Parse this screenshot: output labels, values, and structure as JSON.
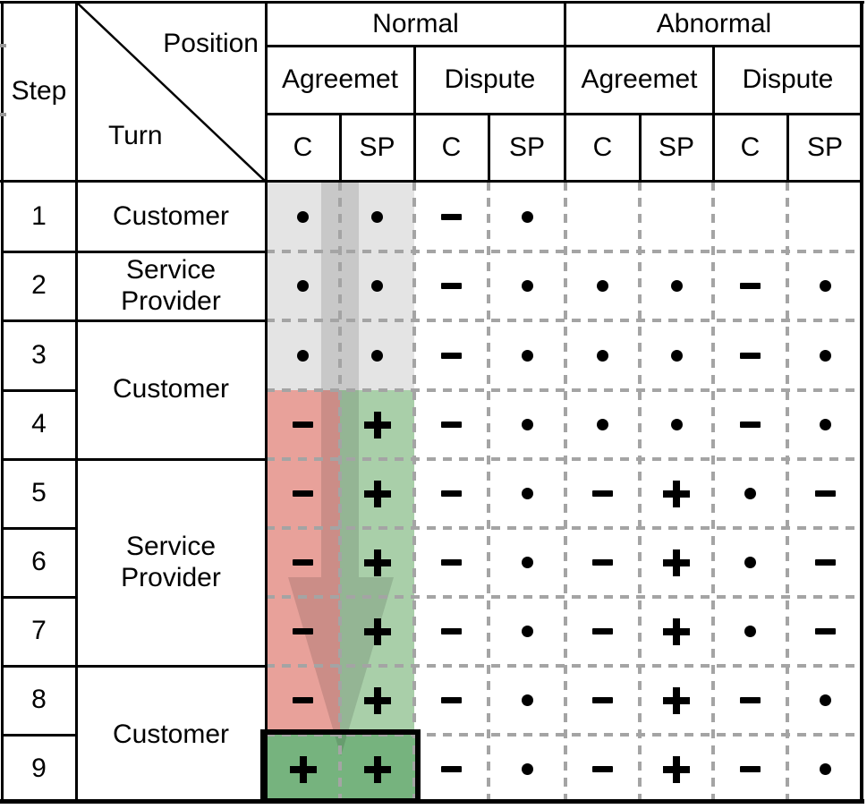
{
  "table": {
    "corner": {
      "step": "Step",
      "position": "Position",
      "turn": "Turn"
    },
    "groups": [
      {
        "label": "Normal"
      },
      {
        "label": "Abnormal"
      }
    ],
    "subgroups": [
      "Agreemet",
      "Dispute",
      "Agreemet",
      "Dispute"
    ],
    "party_columns": [
      "C",
      "SP",
      "C",
      "SP",
      "C",
      "SP",
      "C",
      "SP"
    ],
    "turn_groups": [
      {
        "label": "Customer",
        "rows": [
          1
        ]
      },
      {
        "label": "Service Provider",
        "rows": [
          2
        ]
      },
      {
        "label": "Customer",
        "rows": [
          3,
          4
        ]
      },
      {
        "label": "Service Provider",
        "rows": [
          5,
          6,
          7
        ]
      },
      {
        "label": "Customer",
        "rows": [
          8,
          9
        ]
      }
    ],
    "rows": [
      {
        "step": "1",
        "symbols": [
          "dot",
          "dot",
          "minus",
          "dot",
          "",
          "",
          "",
          ""
        ]
      },
      {
        "step": "2",
        "symbols": [
          "dot",
          "dot",
          "minus",
          "dot",
          "dot",
          "dot",
          "minus",
          "dot"
        ]
      },
      {
        "step": "3",
        "symbols": [
          "dot",
          "dot",
          "minus",
          "dot",
          "dot",
          "dot",
          "minus",
          "dot"
        ]
      },
      {
        "step": "4",
        "symbols": [
          "minus",
          "plus",
          "minus",
          "dot",
          "dot",
          "dot",
          "minus",
          "dot"
        ]
      },
      {
        "step": "5",
        "symbols": [
          "minus",
          "plus",
          "minus",
          "dot",
          "minus",
          "plus",
          "dot",
          "minus"
        ]
      },
      {
        "step": "6",
        "symbols": [
          "minus",
          "plus",
          "minus",
          "dot",
          "minus",
          "plus",
          "dot",
          "minus"
        ]
      },
      {
        "step": "7",
        "symbols": [
          "minus",
          "plus",
          "minus",
          "dot",
          "minus",
          "plus",
          "dot",
          "minus"
        ]
      },
      {
        "step": "8",
        "symbols": [
          "minus",
          "plus",
          "minus",
          "dot",
          "minus",
          "plus",
          "minus",
          "dot"
        ]
      },
      {
        "step": "9",
        "symbols": [
          "plus",
          "plus",
          "minus",
          "dot",
          "minus",
          "plus",
          "minus",
          "dot"
        ]
      }
    ],
    "symbols_legend": {
      "dot": "•",
      "minus": "−",
      "plus": "+"
    },
    "colors": {
      "gray_highlight": "#e4e4e4",
      "red_highlight": "#e8a19a",
      "green_highlight": "#a9cfa9",
      "final_box_green": "#76b37e",
      "arrow_overlay": "rgba(0,0,0,0.12)",
      "dashed_grid": "#a4a4a4",
      "line_black": "#000000"
    }
  }
}
